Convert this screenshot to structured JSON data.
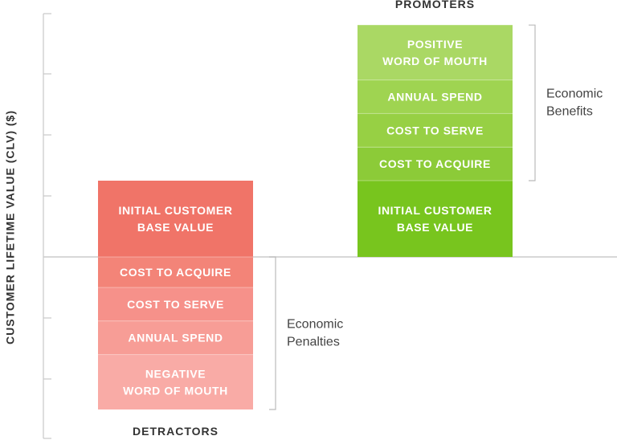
{
  "chart_data": {
    "type": "bar",
    "subtype": "stacked",
    "ylabel": "CUSTOMER LIFETIME VALUE (CLV) ($)",
    "grid": false,
    "baseline": 0,
    "columns": [
      {
        "name": "DETRACTORS",
        "title_position": "bottom",
        "segments": [
          {
            "label": [
              "INITIAL CUSTOMER",
              "BASE VALUE"
            ],
            "value": 1.25,
            "color": "#f07468"
          },
          {
            "label": [
              "COST TO ACQUIRE"
            ],
            "value": -0.5,
            "color": "#f38478"
          },
          {
            "label": [
              "COST TO SERVE"
            ],
            "value": -0.55,
            "color": "#f6918a"
          },
          {
            "label": [
              "ANNUAL SPEND"
            ],
            "value": -0.55,
            "color": "#f79d96"
          },
          {
            "label": [
              "NEGATIVE",
              "WORD OF MOUTH"
            ],
            "value": -0.9,
            "color": "#f9aba6"
          }
        ],
        "brace": {
          "label": [
            "Economic",
            "Penalties"
          ],
          "from": 0,
          "to": -2.5
        }
      },
      {
        "name": "PROMOTERS",
        "title_position": "top",
        "segments": [
          {
            "label": [
              "INITIAL CUSTOMER",
              "BASE VALUE"
            ],
            "value": 1.25,
            "color": "#78c51e"
          },
          {
            "label": [
              "COST TO ACQUIRE"
            ],
            "value": 0.55,
            "color": "#8ccb38"
          },
          {
            "label": [
              "COST TO SERVE"
            ],
            "value": 0.55,
            "color": "#97d044"
          },
          {
            "label": [
              "ANNUAL SPEND"
            ],
            "value": 0.55,
            "color": "#9fd451"
          },
          {
            "label": [
              "POSITIVE",
              "WORD OF MOUTH"
            ],
            "value": 0.9,
            "color": "#aad864"
          }
        ],
        "brace": {
          "label": [
            "Economic",
            "Benefits"
          ],
          "from": 1.25,
          "to": 3.8
        }
      }
    ],
    "ylim": [
      -3.0,
      4.0
    ],
    "colors": {
      "axis": "#c8c8c8",
      "baseline": "#cccccc",
      "brace": "#bbbbbb",
      "segment_divider": "#ffffff"
    }
  }
}
